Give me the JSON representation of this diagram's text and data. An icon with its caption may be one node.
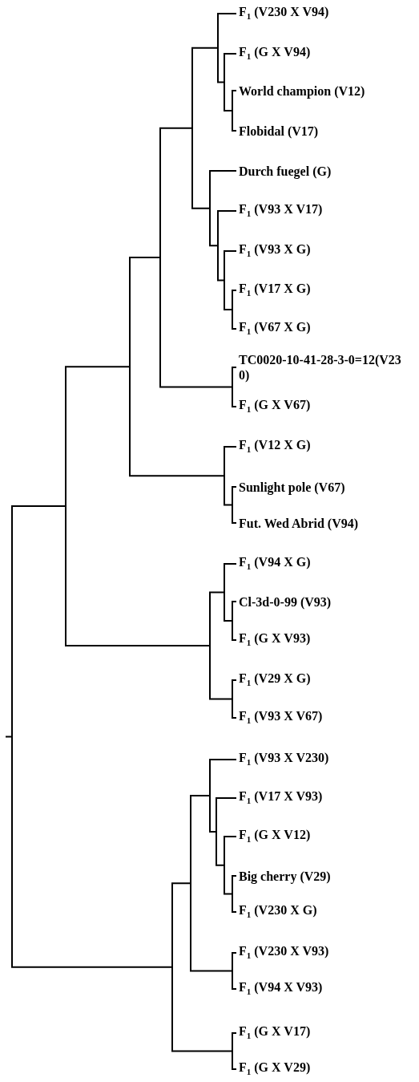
{
  "diagram": {
    "labels": [
      "F$_{1}$ (V230 X V94)",
      "F$_{1}$ (G X V94)",
      "World champion (V12)",
      "Flobidal (V17)",
      "Durch fuegel (G)",
      "F$_{1}$ (V93 X V17)",
      "F$_{1}$ (V93 X G)",
      "F$_{1}$ (V17 X G)",
      "F$_{1}$ (V67 X G)",
      "TC0020-10-41-28-3-0=12(V230)",
      "F$_{1}$ (G X V67)",
      "F$_{1}$ (V12 X G)",
      "Sunlight pole (V67)",
      "Fut. Wed Abrid (V94)",
      "F$_{1}$ (V94 X G)",
      "Cl-3d-0-99 (V93)",
      "F$_{1}$ (G X V93)",
      "F$_{1}$ (V29 X G)",
      "F$_{1}$ (V93 X V67)",
      "F$_{1}$ (V93 X V230)",
      "F$_{1}$ (V17 X V93)",
      "F$_{1}$ (G X V12)",
      "Big cherry (V29)",
      "F$_{1}$ (V230 X G)",
      "F$_{1}$ (V230 X V93)",
      "F$_{1}$ (V94 X V93)",
      "F$_{1}$ (G X V17)",
      "F$_{1}$ (G X V29)"
    ]
  }
}
